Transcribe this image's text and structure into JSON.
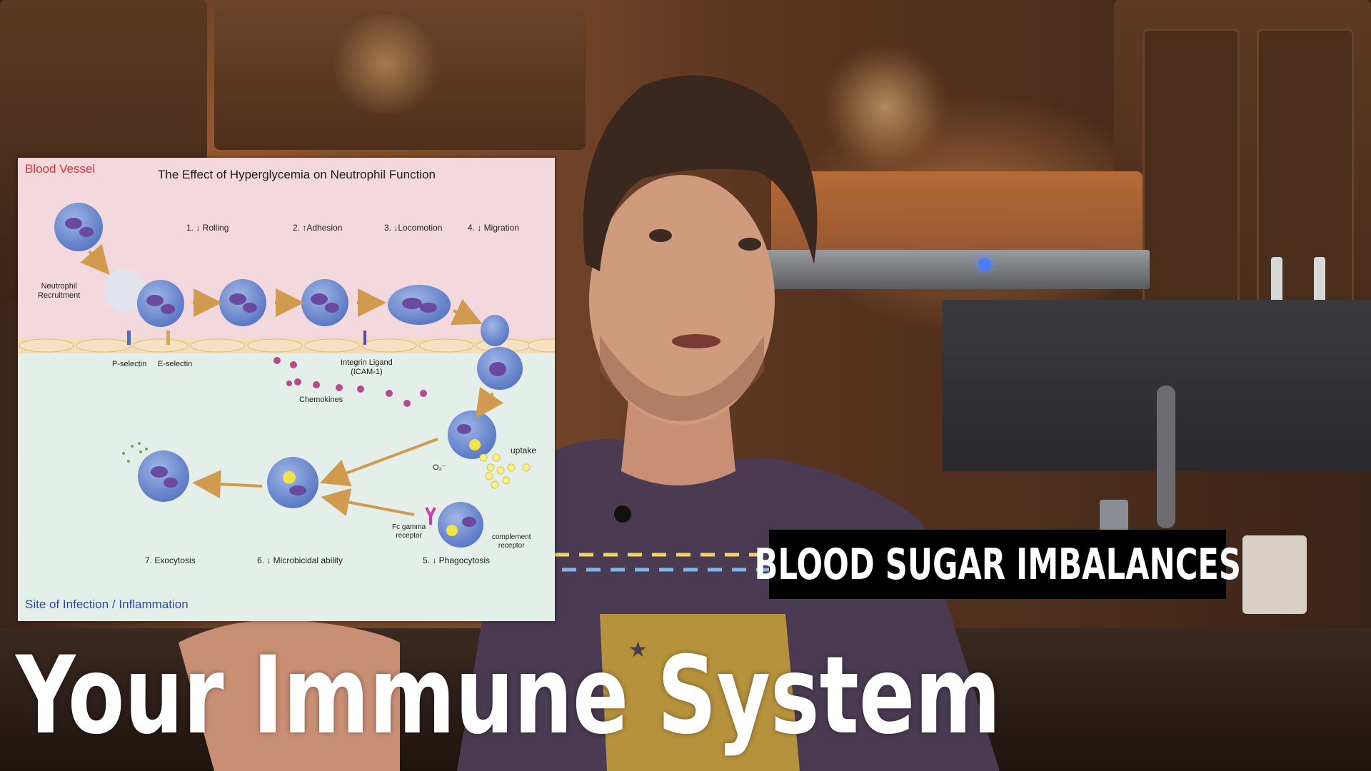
{
  "figure": {
    "region_top": "Blood Vessel",
    "title": "The Effect of Hyperglycemia on Neutrophil Function",
    "steps": {
      "rolling": "1. ↓ Rolling",
      "adhesion": "2. ↑Adhesion",
      "locomotion": "3. ↓Locomotion",
      "migration": "4. ↓ Migration",
      "phagocytosis": "5. ↓ Phagocytosis",
      "microbicidal": "6. ↓ Microbicidal ability",
      "exocytosis": "7. Exocytosis"
    },
    "labels": {
      "recruitment_line1": "Neutrophil",
      "recruitment_line2": "Recruitment",
      "p_selectin": "P-selectin",
      "e_selectin": "E-selectin",
      "integrin_line1": "Integrin Ligand",
      "integrin_line2": "(ICAM-1)",
      "chemokines": "Chemokines",
      "uptake": "uptake",
      "o2": "O₂⁻",
      "fc_line1": "Fc gamma",
      "fc_line2": "receptor",
      "complement_line1": "complement",
      "complement_line2": "receptor"
    },
    "region_bottom": "Site of Infection / Inflammation"
  },
  "banner": {
    "text": "BLOOD SUGAR IMBALANCES"
  },
  "headline": {
    "text": "Your Immune System"
  },
  "colors": {
    "vessel": "#f3d9dd",
    "tissue": "#e4efea",
    "arrow": "#d09a4f",
    "dash_yellow": "#f2d36a",
    "dash_blue": "#7fb6e8",
    "banner_bg": "#000000",
    "shirt": "#4a3a52"
  }
}
